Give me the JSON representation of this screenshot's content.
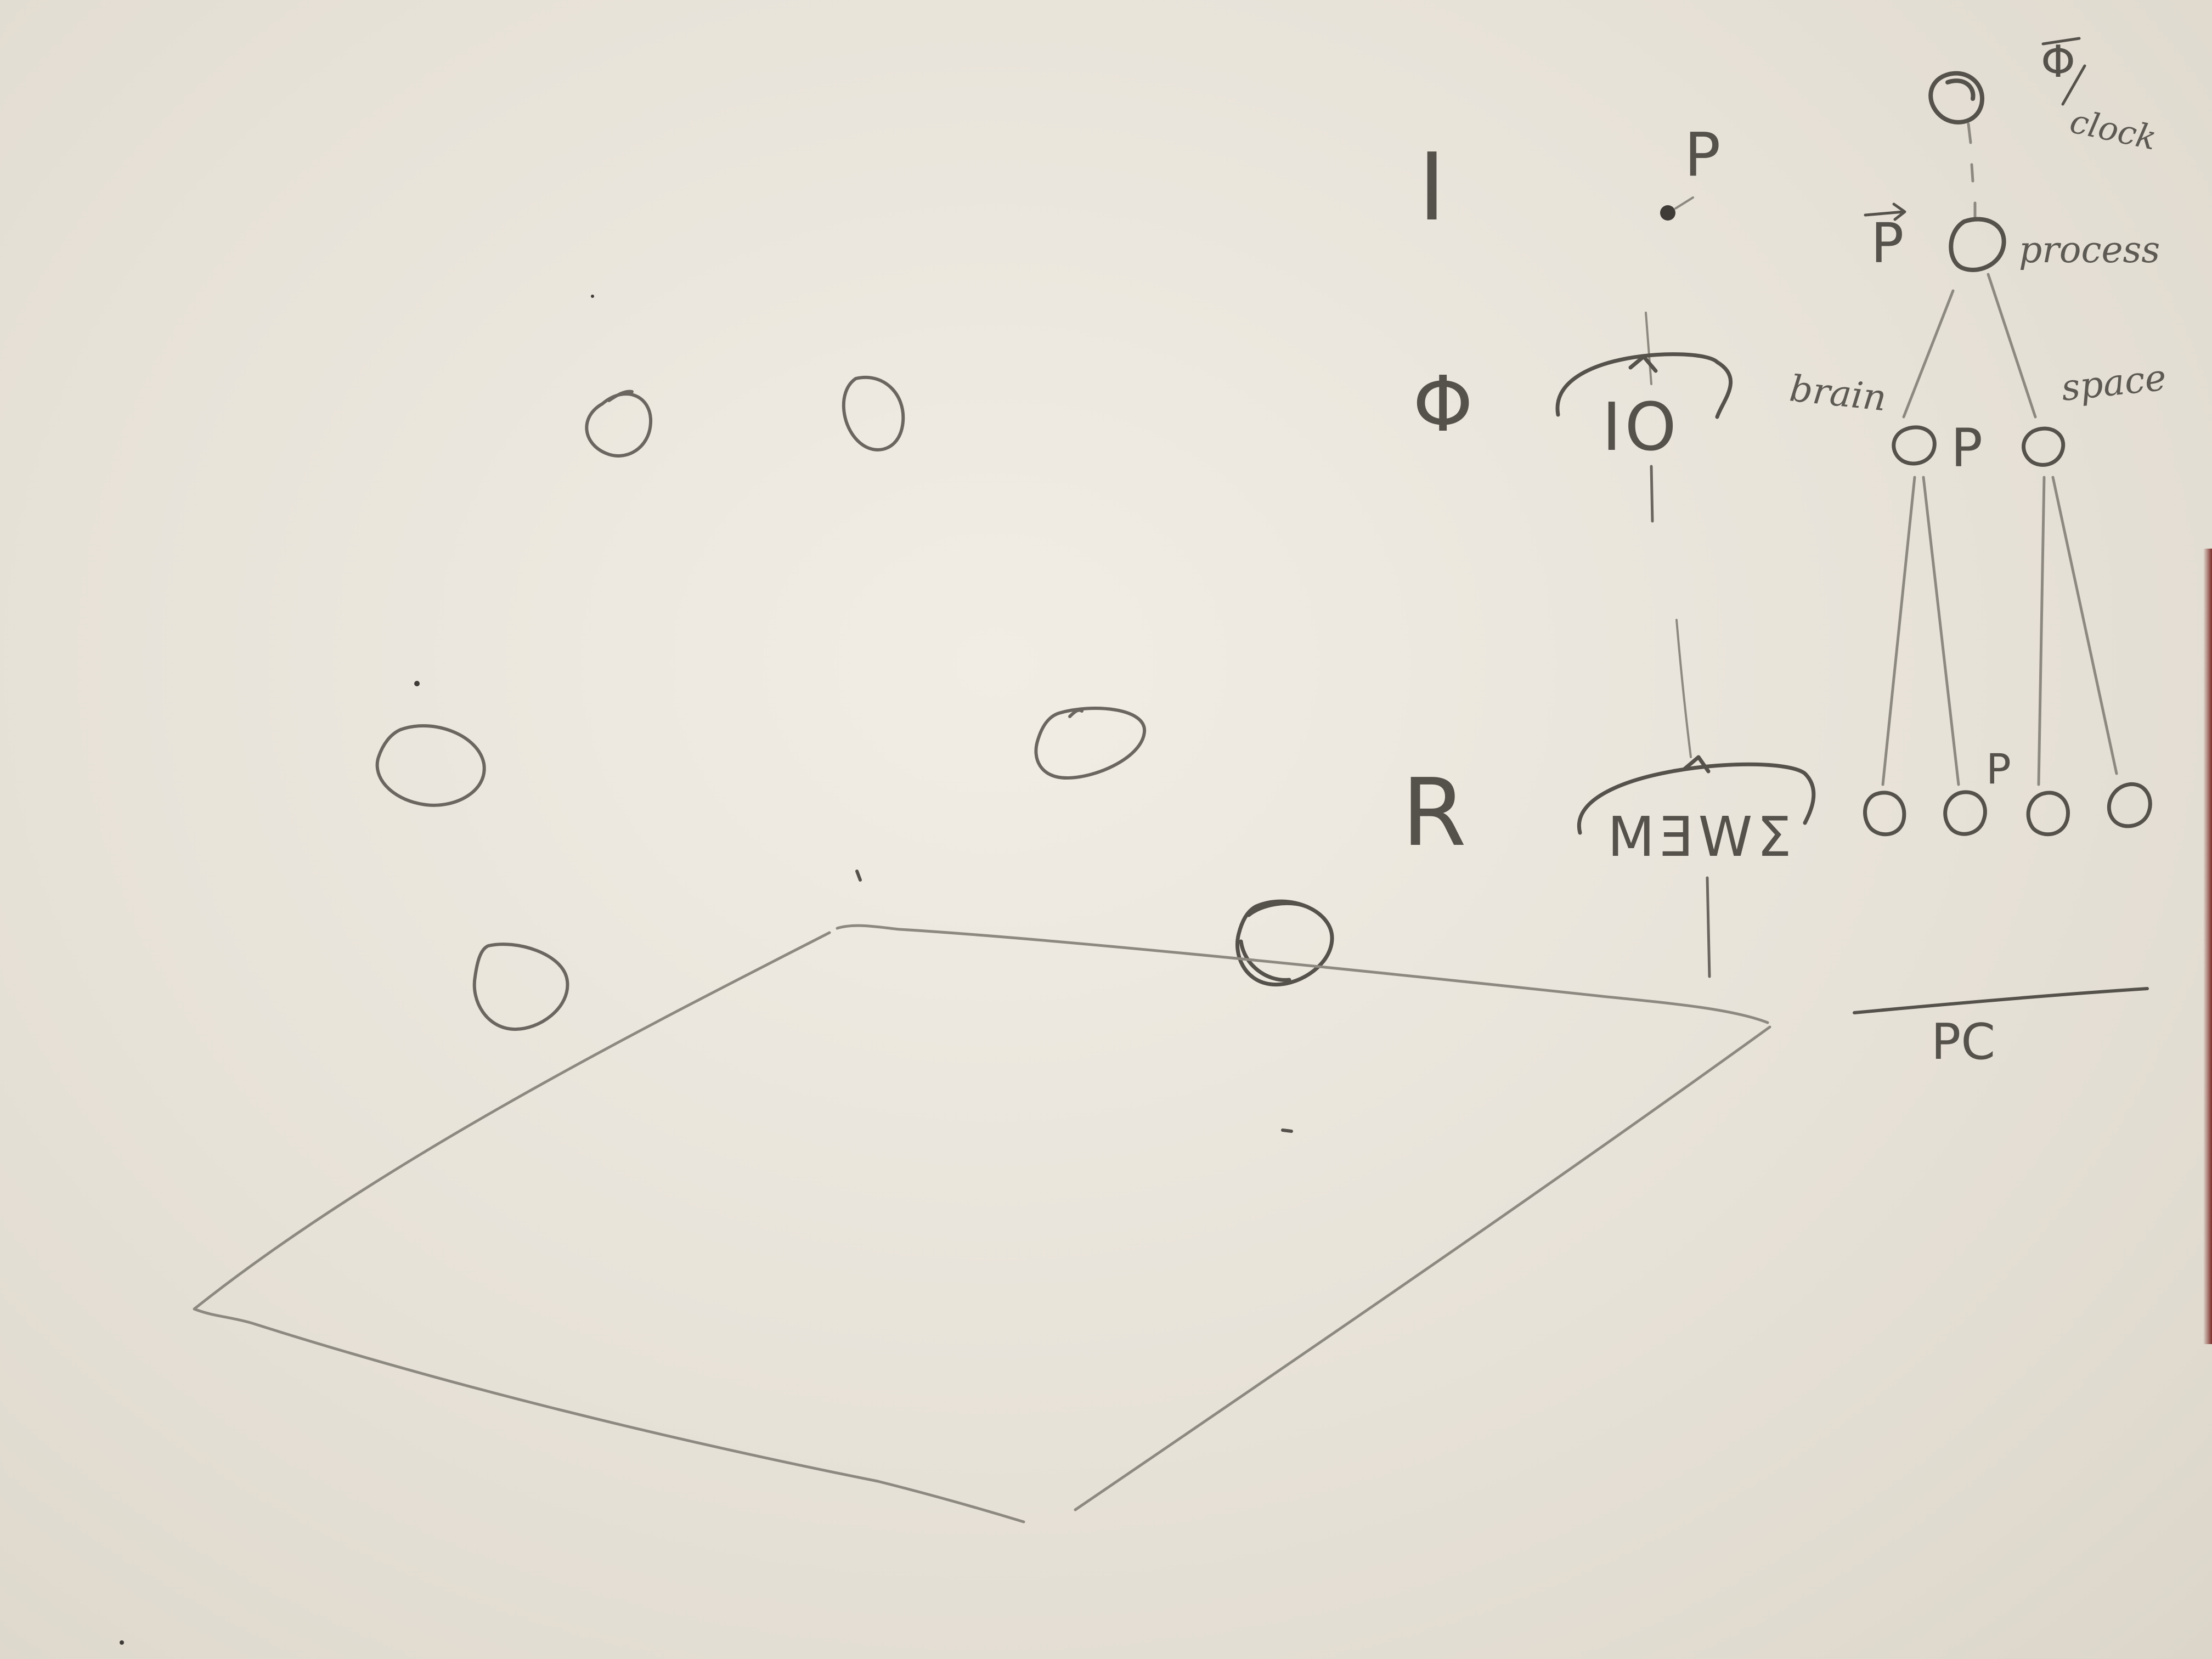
{
  "diagram": {
    "left_scene": {
      "circles": [
        {
          "id": "circle-1"
        },
        {
          "id": "circle-2"
        },
        {
          "id": "circle-3"
        },
        {
          "id": "circle-4"
        },
        {
          "id": "circle-5"
        },
        {
          "id": "circle-6"
        }
      ],
      "plane": "quadrilateral plane"
    },
    "levels": {
      "I": "I",
      "phi": "Φ",
      "R": "R"
    },
    "middle_column": {
      "p_label": "P",
      "io_label": "IO",
      "mewe_label": "MƎWΣ"
    },
    "tree": {
      "clock_label": "Φ/clock",
      "clock_symbol": "Φ",
      "clock_word": "clock",
      "vector_label": "P⃗",
      "process_label": "process",
      "brain_label": "brain",
      "space_label": "space",
      "middle_p_label": "P",
      "leaf_p_label": "P",
      "pc_label": "PC"
    }
  }
}
